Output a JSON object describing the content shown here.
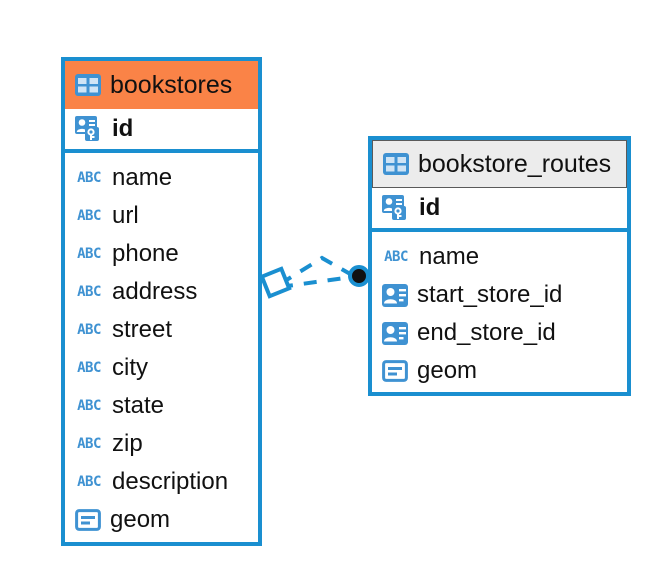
{
  "diagram": {
    "type": "entity-relationship-diagram",
    "background_color": "#ffffff",
    "accent_color": "#1a8fd0",
    "highlight_color": "#fa8347",
    "header_gray": "#ececec",
    "icon_blue": "#3f92d2"
  },
  "entities": [
    {
      "name": "bookstores",
      "header_icon": "table-icon",
      "header_style": "highlighted",
      "primary_key": {
        "label": "id",
        "icon": "primary-key-icon"
      },
      "fields": [
        {
          "label": "name",
          "icon": "abc-text-icon",
          "type_glyph": "ABC"
        },
        {
          "label": "url",
          "icon": "abc-text-icon",
          "type_glyph": "ABC"
        },
        {
          "label": "phone",
          "icon": "abc-text-icon",
          "type_glyph": "ABC"
        },
        {
          "label": "address",
          "icon": "abc-text-icon",
          "type_glyph": "ABC"
        },
        {
          "label": "street",
          "icon": "abc-text-icon",
          "type_glyph": "ABC"
        },
        {
          "label": "city",
          "icon": "abc-text-icon",
          "type_glyph": "ABC"
        },
        {
          "label": "state",
          "icon": "abc-text-icon",
          "type_glyph": "ABC"
        },
        {
          "label": "zip",
          "icon": "abc-text-icon",
          "type_glyph": "ABC"
        },
        {
          "label": "description",
          "icon": "abc-text-icon",
          "type_glyph": "ABC"
        },
        {
          "label": "geom",
          "icon": "geometry-icon",
          "type_glyph": ""
        }
      ]
    },
    {
      "name": "bookstore_routes",
      "header_icon": "table-icon",
      "header_style": "normal",
      "primary_key": {
        "label": "id",
        "icon": "primary-key-icon"
      },
      "fields": [
        {
          "label": "name",
          "icon": "abc-text-icon",
          "type_glyph": "ABC"
        },
        {
          "label": "start_store_id",
          "icon": "foreign-key-icon",
          "type_glyph": ""
        },
        {
          "label": "end_store_id",
          "icon": "foreign-key-icon",
          "type_glyph": ""
        },
        {
          "label": "geom",
          "icon": "geometry-icon",
          "type_glyph": ""
        }
      ]
    }
  ],
  "relationships": [
    {
      "from_entity": "bookstores",
      "to_entity": "bookstore_routes",
      "style": "dashed",
      "color": "#1a8fd0",
      "source_marker": "diamond-marker",
      "target_marker": "filled-circle-marker"
    },
    {
      "from_entity": "bookstores",
      "to_entity": "bookstore_routes",
      "style": "dashed",
      "color": "#1a8fd0",
      "source_marker": "diamond-marker",
      "target_marker": "filled-circle-marker"
    }
  ]
}
